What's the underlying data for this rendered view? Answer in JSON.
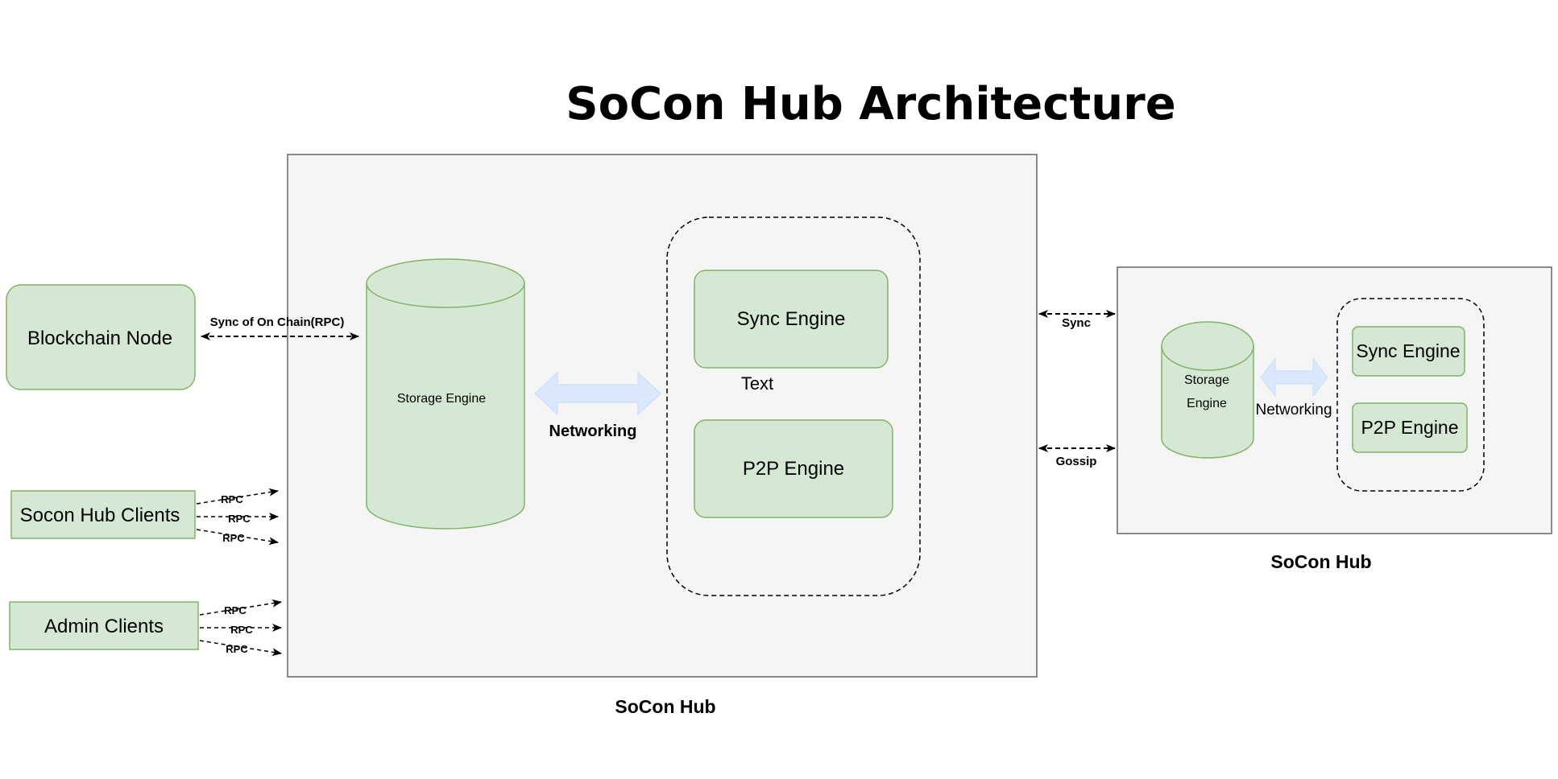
{
  "title": "SoCon Hub Architecture",
  "colors": {
    "node_fill": "#d5e8d4",
    "node_stroke": "#82b366",
    "hub_fill": "#f5f5f5",
    "hub_stroke": "#666666",
    "networking_arrow_fill": "#dae8fc"
  },
  "main_hub": {
    "caption": "SoCon Hub",
    "storage_engine": "Storage Engine",
    "networking_label": "Networking",
    "sync_engine": "Sync Engine",
    "free_text": "Text",
    "p2p_engine": "P2P Engine"
  },
  "peer_hub": {
    "caption": "SoCon Hub",
    "storage_engine_line1": "Storage",
    "storage_engine_line2": "Engine",
    "networking_label": "Networking",
    "sync_engine": "Sync Engine",
    "p2p_engine": "P2P Engine"
  },
  "external": {
    "blockchain_node": "Blockchain Node",
    "blockchain_link_label": "Sync of On Chain(RPC)",
    "socon_hub_clients": "Socon Hub Clients",
    "admin_clients": "Admin Clients",
    "rpc_label": "RPC"
  },
  "links": {
    "sync_label": "Sync",
    "gossip_label": "Gossip"
  }
}
